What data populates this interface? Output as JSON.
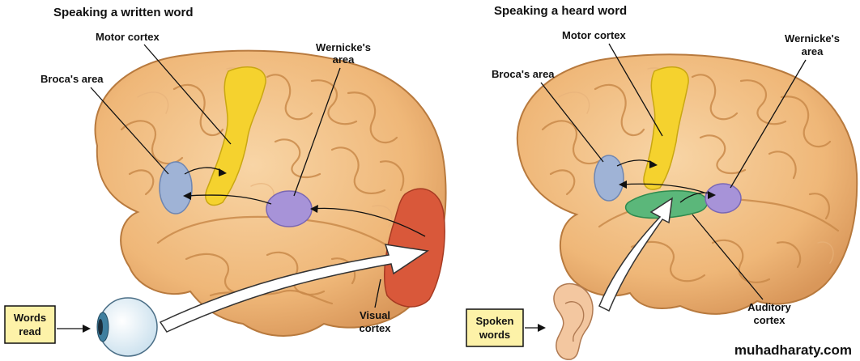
{
  "left_panel": {
    "title": "Speaking a written word",
    "labels": {
      "motor": "Motor cortex",
      "broca": "Broca's area",
      "wernicke_1": "Wernicke's",
      "wernicke_2": "area",
      "visual_1": "Visual",
      "visual_2": "cortex"
    },
    "input_box": {
      "line1": "Words",
      "line2": "read"
    }
  },
  "right_panel": {
    "title": "Speaking a heard word",
    "labels": {
      "motor": "Motor cortex",
      "broca": "Broca's area",
      "wernicke_1": "Wernicke's",
      "wernicke_2": "area",
      "auditory_1": "Auditory",
      "auditory_2": "cortex"
    },
    "input_box": {
      "line1": "Spoken",
      "line2": "words"
    }
  },
  "watermark": "muhadharaty.com",
  "colors": {
    "brain": "#f2c08a",
    "brain_outline": "#b87a3e",
    "motor": "#f5d22e",
    "broca": "#9fb3d6",
    "wernicke": "#a793d8",
    "visual": "#d9583a",
    "auditory": "#5bb77a",
    "box": "#fdf2a8"
  }
}
